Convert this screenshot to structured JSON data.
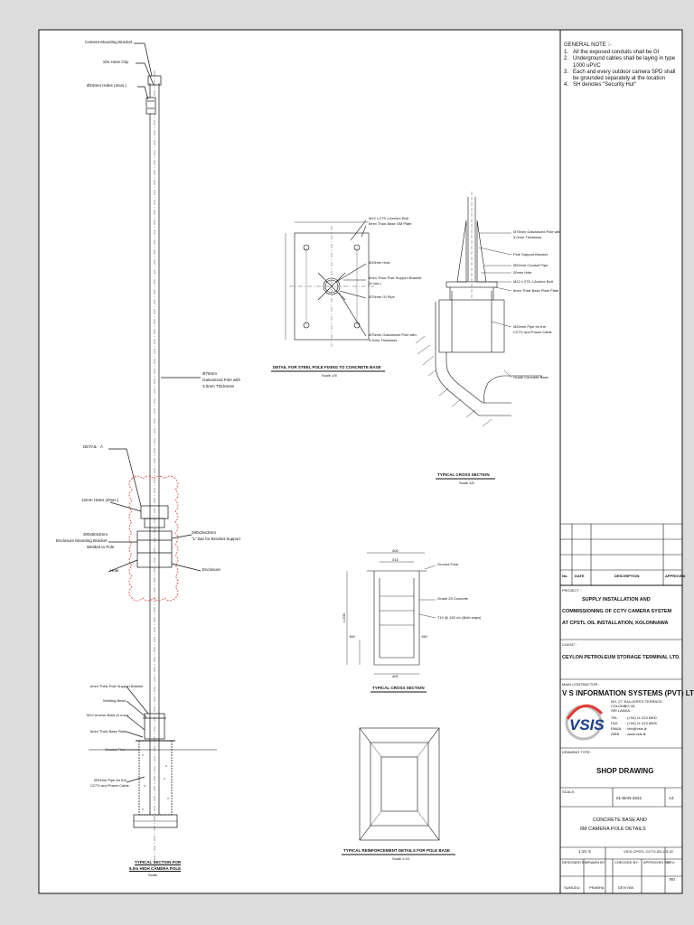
{
  "general_notes": {
    "heading": "GENERAL NOTE :-",
    "items": [
      {
        "num": "1.",
        "text": "All the exposed conduits shall be GI"
      },
      {
        "num": "2.",
        "text": "Underground cables shall be laying in type 1000 uPVC"
      },
      {
        "num": "3.",
        "text": "Each and every outdoor camera SPD shall be grounded separately at the location"
      },
      {
        "num": "4.",
        "text": "SH denotes \"Security Hut\""
      }
    ]
  },
  "pole_elevation": {
    "labels": {
      "camera_bracket": "Camera Mounting Bracket",
      "hose_clip": "S/S Hose Clip",
      "holes_top": "Ø19mm Holes (4nos.)",
      "pole_desc_1": "Ø75mm",
      "pole_desc_2": "Galvanized Pole with",
      "pole_desc_3": "3.0mm Thickness",
      "detail_a": "DETAIL - A",
      "holes_12": "12mm Holes (4Nos.)",
      "enclosure_bracket_1": "300x50x3mm",
      "enclosure_bracket_2": "Enclosure Mounting Bracket",
      "enclosure_bracket_3": "Welded to Pole",
      "hole": "Hole",
      "l_bar_1": "290x25x3mm",
      "l_bar_2": "\"L\" Bar for Bracket Support",
      "enclosure": "Enclosure",
      "base_support": "6mm Thick Pole Support Bracket",
      "welding_bead": "Welding Bead",
      "anchor_bolts": "M12 Anchor Bolts (4 nos.)",
      "base_plate": "6mm Thick Base Plate",
      "ground_floor": "Ground Floor",
      "pipe_1": "Ø20mm Pipe for the",
      "pipe_2": "CCTV and Power Cable",
      "caption_1": "TYPICAL SECTION FOR",
      "caption_2": "6.0m HIGH CAMERA POLE",
      "scale": "Scale"
    }
  },
  "detail_fixing": {
    "title": "DETAIL FOR STEEL POLE FIXING TO CONCRETE BASE",
    "scale": "Scale 1/5",
    "labels": {
      "l1": "M12 x 275 J-Anchor Bolt",
      "l2": "6mm Thick Base GM Plate",
      "l3": "Ø19mm Hole",
      "l4": "6mm Thick Pole Support Bracket",
      "l5": "(4 nos.)",
      "l6": "Ø75mm GI Pipe",
      "l7": "Ø75mm Galvanized Pole with",
      "l8": "3.0mm Thickness"
    }
  },
  "typical_cross_section_1": {
    "title": "TYPICAL CROSS SECTION",
    "scale": "Scale 1/5",
    "labels": {
      "r1": "Ø75mm Galvanized Pole with",
      "r2": "3.0mm Thickness",
      "r3": "Pole Support Bracket",
      "r4": "Ø20mm Conduit Pipe",
      "r5": "20mm Hole",
      "r6": "M12 x 275 J-Anchor Bolt",
      "r7": "6mm Thick Base Plate Plate",
      "r8": "Ø20mm Pipe for the",
      "r9": "CCTV and Power Cable",
      "r10": "Grade Concrete Base"
    }
  },
  "typical_cross_section_2": {
    "title": "TYPICAL CROSS SECTION",
    "labels": {
      "dim_top": "400",
      "dim_top_inner": "315",
      "ground_floor": "Ground Floor",
      "grade": "Grade 25 Concrete",
      "rebar": "T10 @ 150 c/c (Both ways)",
      "dim_side": "1,000",
      "dim_bottom_l": "150",
      "dim_bottom_r": "150",
      "dim_bottom": "400"
    }
  },
  "reinforcement_detail": {
    "title": "TYPICAL REINFORCEMENT DETAILS FOR POLE BASE",
    "scale": "Scale 1:10"
  },
  "title_block": {
    "rev_headers": [
      "No.",
      "DATE",
      "DESCRIPTION",
      "APPROVED"
    ],
    "project_label": "PROJECT :",
    "project_lines": [
      "SUPPLY INSTALLATION AND",
      "COMMISSIONING OF CCTV CAMERA SYSTEM",
      "AT CPSTL OIL INSTALLATION, KOLONNAWA"
    ],
    "client_label": "CLIENT :",
    "client": "CEYLON PETROLEUM STORAGE TERMINAL LTD.",
    "contractor_label": "MAIN CONTRACTOR :",
    "contractor": "V S INFORMATION SYSTEMS (PVT) LTD.",
    "logo_text": "VSIS",
    "address": [
      "NO. 27, BULLERS'S TERRACE,",
      "COLOMBO 05,",
      "SRI LANKA."
    ],
    "contact": [
      {
        "k": "TEL",
        "v": ": (+94) 11 223 6900"
      },
      {
        "k": "FAX",
        "v": ": (+94) 11 223 6905"
      },
      {
        "k": "EMAIL",
        "v": ": info@vsis.lk"
      },
      {
        "k": "WEB",
        "v": ": www.vsis.lk"
      }
    ],
    "drawing_type_label": "DRAWING TYPE:",
    "drawing_type": "SHOP DRAWING",
    "scale_label": "SCALE:",
    "date": "01-MAR-2022",
    "sheet_size": "A3",
    "drawing_title_lines": [
      "CONCRETE BASE AND",
      "6M CAMERA POLE DETAILS"
    ],
    "scale_value": "1:10, 5",
    "drawing_no": "VSIS-CPSTL-CCTV-SD-CS-02",
    "role_labels": [
      "DESIGNED BY:",
      "DRAWN BY:",
      "CHECKED BY:",
      "APPROVED BY:",
      "REV:"
    ],
    "roles": [
      "SUMUDU",
      "PRABHA",
      "DEVIYAN",
      ""
    ],
    "rev": "R0"
  }
}
